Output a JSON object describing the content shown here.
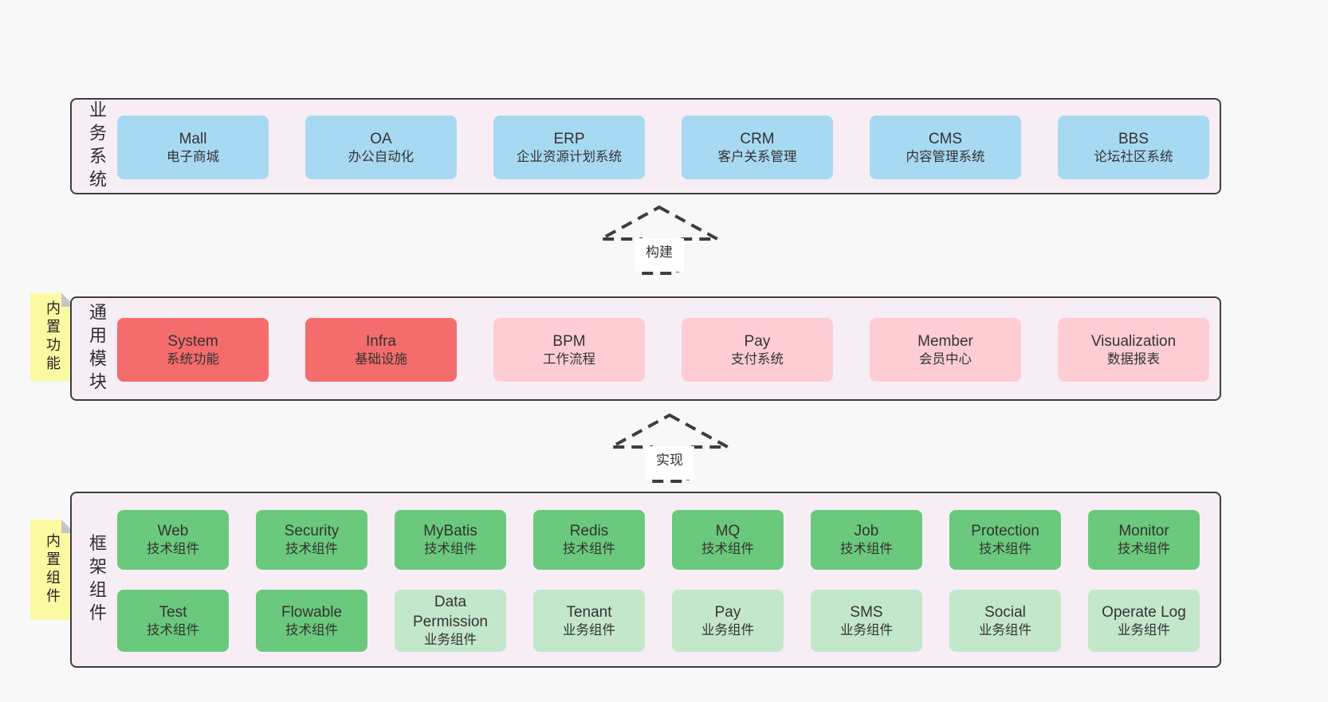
{
  "palette": {
    "page_bg": "#f8f8f8",
    "panel_bg": "#f7eef5",
    "panel_border": "#3d3d3d",
    "blue_box": "#a8d9f2",
    "red_box": "#f56c6c",
    "pink_box": "#fecdd4",
    "green_box": "#6ac97d",
    "light_green_box": "#c3e7ca",
    "note_bg": "#fcf9a3",
    "note_fold": "#c6c6c6",
    "text": "#333333"
  },
  "notes": [
    {
      "text": "内置功能"
    },
    {
      "text": "内置组件"
    }
  ],
  "arrows": [
    {
      "label": "构建"
    },
    {
      "label": "实现"
    }
  ],
  "layers": [
    {
      "label": "业务系统",
      "boxes": [
        {
          "title": "Mall",
          "subtitle": "电子商城"
        },
        {
          "title": "OA",
          "subtitle": "办公自动化"
        },
        {
          "title": "ERP",
          "subtitle": "企业资源计划系统"
        },
        {
          "title": "CRM",
          "subtitle": "客户关系管理"
        },
        {
          "title": "CMS",
          "subtitle": "内容管理系统"
        },
        {
          "title": "BBS",
          "subtitle": "论坛社区系统"
        }
      ]
    },
    {
      "label": "通用模块",
      "boxes": [
        {
          "title": "System",
          "subtitle": "系统功能"
        },
        {
          "title": "Infra",
          "subtitle": "基础设施"
        },
        {
          "title": "BPM",
          "subtitle": "工作流程"
        },
        {
          "title": "Pay",
          "subtitle": "支付系统"
        },
        {
          "title": "Member",
          "subtitle": "会员中心"
        },
        {
          "title": "Visualization",
          "subtitle": "数据报表"
        }
      ]
    },
    {
      "label": "框架组件",
      "rows": [
        [
          {
            "title": "Web",
            "subtitle": "技术组件"
          },
          {
            "title": "Security",
            "subtitle": "技术组件"
          },
          {
            "title": "MyBatis",
            "subtitle": "技术组件"
          },
          {
            "title": "Redis",
            "subtitle": "技术组件"
          },
          {
            "title": "MQ",
            "subtitle": "技术组件"
          },
          {
            "title": "Job",
            "subtitle": "技术组件"
          },
          {
            "title": "Protection",
            "subtitle": "技术组件"
          },
          {
            "title": "Monitor",
            "subtitle": "技术组件"
          }
        ],
        [
          {
            "title": "Test",
            "subtitle": "技术组件"
          },
          {
            "title": "Flowable",
            "subtitle": "技术组件"
          },
          {
            "title": "Data Permission",
            "subtitle": "业务组件"
          },
          {
            "title": "Tenant",
            "subtitle": "业务组件"
          },
          {
            "title": "Pay",
            "subtitle": "业务组件"
          },
          {
            "title": "SMS",
            "subtitle": "业务组件"
          },
          {
            "title": "Social",
            "subtitle": "业务组件"
          },
          {
            "title": "Operate Log",
            "subtitle": "业务组件"
          }
        ]
      ]
    }
  ]
}
